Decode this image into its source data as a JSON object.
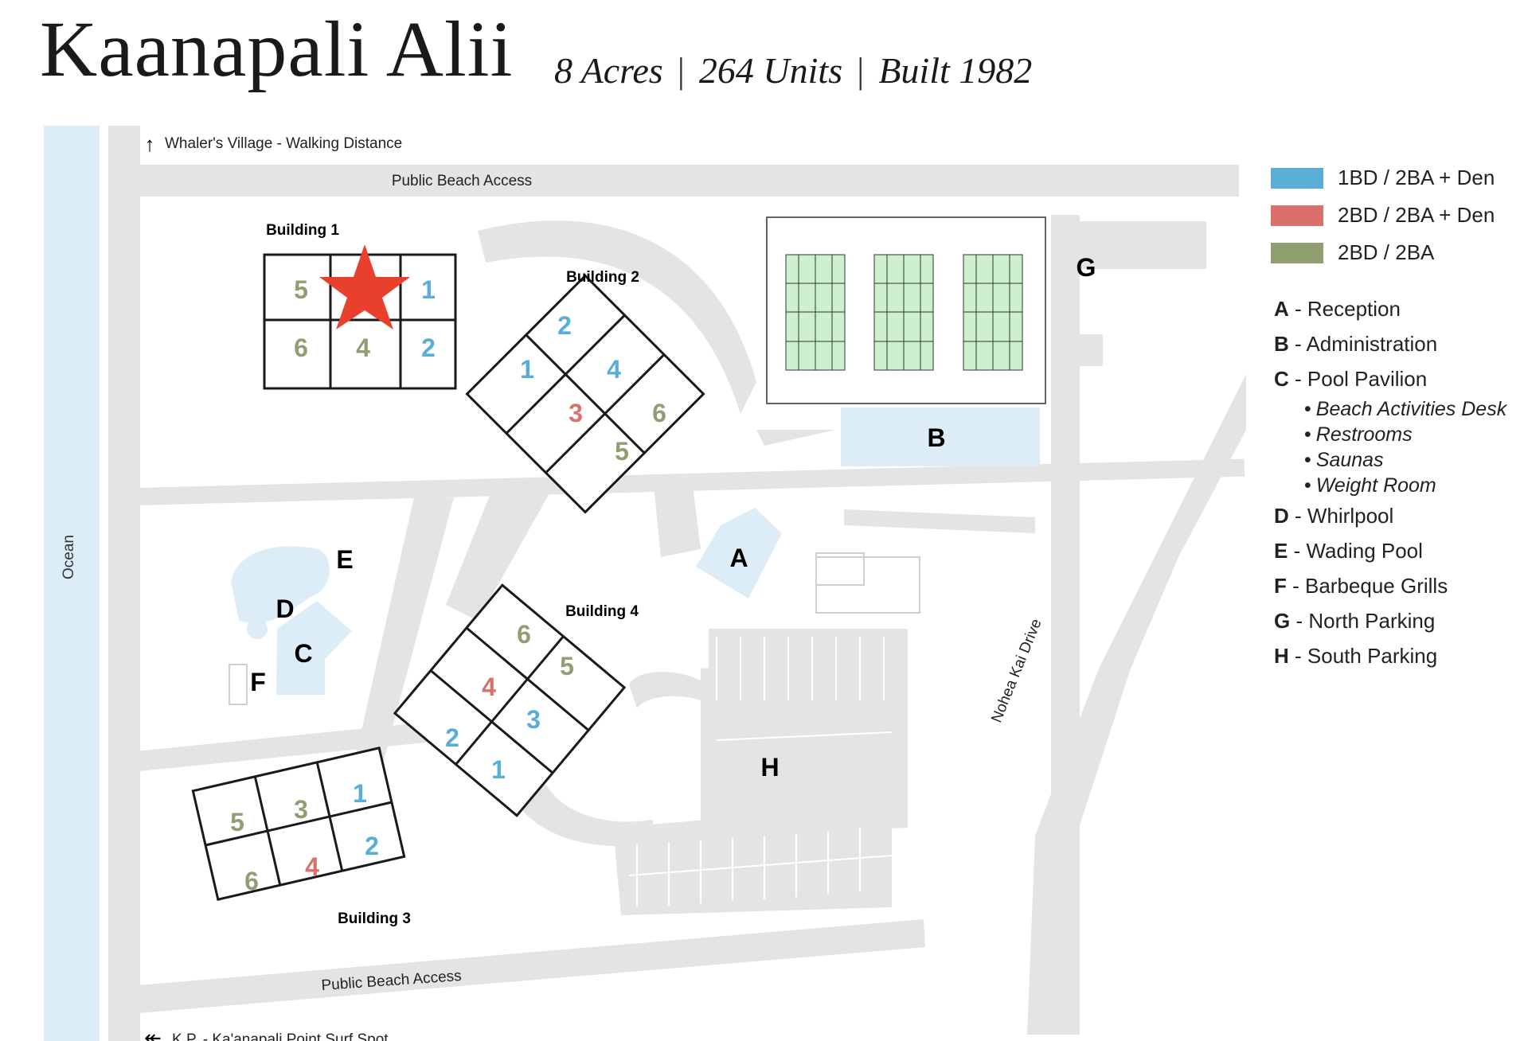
{
  "header": {
    "title": "Kaanapali Alii",
    "facts": [
      "8 Acres",
      "264 Units",
      "Built 1982"
    ],
    "separator": "|"
  },
  "colors": {
    "one_bd": "#5aaed6",
    "two_bd_den": "#d9716a",
    "two_bd": "#8f9f72",
    "path": "#e4e4e4",
    "water": "#dcedf8",
    "court": "#cdf1cf",
    "star": "#e8402d"
  },
  "legend": [
    {
      "label": "1BD / 2BA + Den",
      "color": "#5aaed6"
    },
    {
      "label": "2BD / 2BA + Den",
      "color": "#d9716a"
    },
    {
      "label": "2BD / 2BA",
      "color": "#8f9f72"
    }
  ],
  "keys": [
    {
      "letter": "A",
      "label": "- Reception"
    },
    {
      "letter": "B",
      "label": "- Administration"
    },
    {
      "letter": "C",
      "label": "- Pool Pavilion",
      "subitems": [
        "Beach Activities Desk",
        "Restrooms",
        "Saunas",
        "Weight Room"
      ]
    },
    {
      "letter": "D",
      "label": "- Whirlpool"
    },
    {
      "letter": "E",
      "label": "- Wading Pool"
    },
    {
      "letter": "F",
      "label": "- Barbeque Grills"
    },
    {
      "letter": "G",
      "label": "- North Parking"
    },
    {
      "letter": "H",
      "label": "- South Parking"
    }
  ],
  "map": {
    "ocean": "Ocean",
    "north_note": "Whaler's Village - Walking Distance",
    "south_note": "K.P. - Ka'anapali Point Surf Spot",
    "beach_access": "Public Beach Access",
    "road": "Nohea Kai Drive",
    "marker_letters": {
      "A": "A",
      "B": "B",
      "C": "C",
      "D": "D",
      "E": "E",
      "F": "F",
      "G": "G",
      "H": "H"
    },
    "buildings": [
      {
        "name": "Building 1",
        "units": [
          "5",
          "1",
          "6",
          "4",
          "2"
        ]
      },
      {
        "name": "Building 2",
        "units": [
          "2",
          "1",
          "4",
          "3",
          "6",
          "5"
        ]
      },
      {
        "name": "Building 3",
        "units": [
          "5",
          "3",
          "1",
          "6",
          "4",
          "2"
        ]
      },
      {
        "name": "Building 4",
        "units": [
          "6",
          "5",
          "4",
          "3",
          "2",
          "1"
        ]
      }
    ]
  }
}
